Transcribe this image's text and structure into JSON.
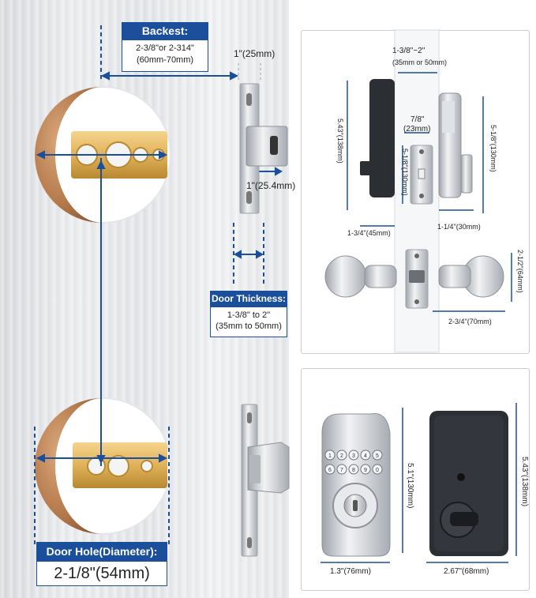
{
  "colors": {
    "accent": "#1b4f9c",
    "wood": "#b57a4c",
    "brass": "#e0b25a",
    "steel": "#c9ccd1",
    "dark_lock": "#2b2e33"
  },
  "backset": {
    "title": "Backest:",
    "line1": "2-3/8\"or 2-314\"",
    "line2": "(60mm-70mm)"
  },
  "latch_labels": {
    "faceplate_width": "1\"(25mm)",
    "bolt_diameter": "1\"(25.4mm)"
  },
  "door_thickness": {
    "title": "Door Thickness:",
    "line1": "1-3/8\" to 2\"",
    "line2": "(35mm to 50mm)"
  },
  "door_hole": {
    "title": "Door Hole(Diameter):",
    "value": "2-1/8\"(54mm)"
  },
  "top_right": {
    "door_range": "1-3/8\"~2\"",
    "door_range_mm": "(35mm or 50mm)",
    "strike_width": "7/8\"",
    "strike_width_mm": "(23mm)",
    "height_left": "5.43\"(138mm)",
    "height_mid": "5-1/8\"(130mm)",
    "height_right": "5-1/8\"(130mm)",
    "depth_left": "1-3/4\"(45mm)",
    "depth_right": "1-1/4\"(30mm)",
    "knob_height": "2-1/2\"(64mm)",
    "knob_depth": "2-3/4\"(70mm)"
  },
  "bottom_right": {
    "keypad_keys": [
      "1",
      "2",
      "3",
      "4",
      "5",
      "6",
      "7",
      "8",
      "9",
      "0"
    ],
    "front_height": "5.1\"(130mm)",
    "front_width": "1.3\"(76mm)",
    "back_height": "5.43\"(138mm)",
    "back_width": "2.67\"(68mm)"
  }
}
